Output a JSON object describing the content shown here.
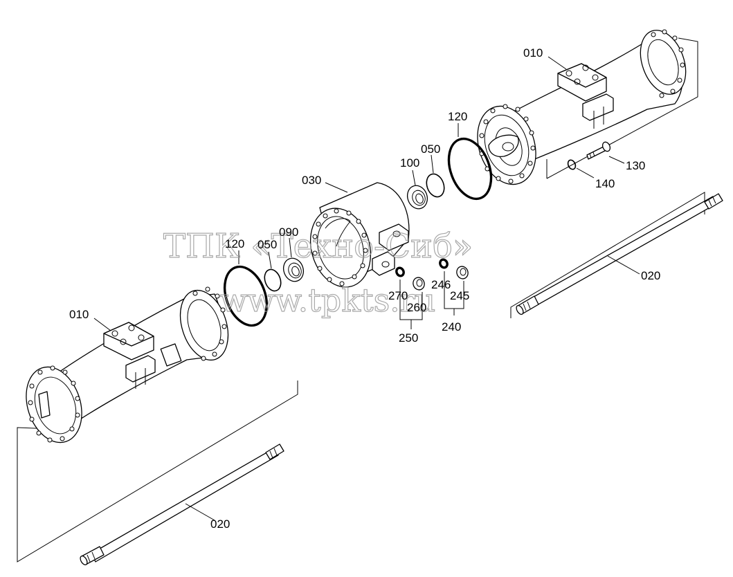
{
  "watermark": {
    "line1": "ТПК «Техно-Сиб»",
    "line2": "www.tpkts.ru"
  },
  "labels": {
    "p010_top": "010",
    "p010_bottom": "010",
    "p020_right": "020",
    "p020_bottom": "020",
    "p030": "030",
    "p050_right": "050",
    "p050_left": "050",
    "p090": "090",
    "p100": "100",
    "p120_right": "120",
    "p120_left": "120",
    "p130": "130",
    "p140": "140",
    "p240": "240",
    "p245": "245",
    "p246": "246",
    "p250": "250",
    "p260": "260",
    "p270": "270"
  }
}
